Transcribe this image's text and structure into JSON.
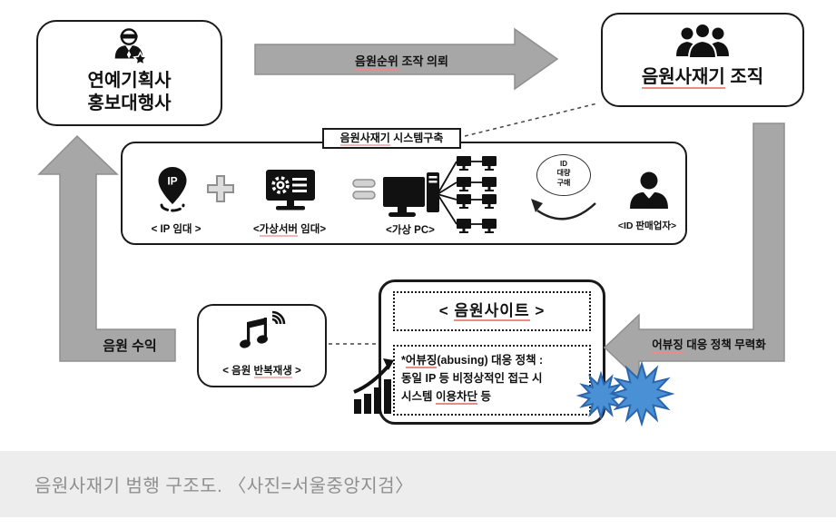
{
  "caption": "음원사재기 범행 구조도. 〈사진=서울중앙지검〉",
  "boxes": {
    "promo": {
      "icon": "agent-star-icon",
      "line1": "연예기획사",
      "line2": "홍보대행사"
    },
    "org": {
      "icon": "people-group-icon",
      "title_u": "음원사재기",
      "title_rest": " 조직"
    },
    "system_label": {
      "u": "음원사재기",
      "rest": " 시스템구축"
    },
    "repeat": {
      "icon": "music-note-wifi-icon",
      "label_pre": "< 음원 ",
      "label_u": "반복재생",
      "label_post": " >"
    },
    "site": {
      "title_pre": "< ",
      "title_u": "음원사이트",
      "title_post": " >",
      "policy_line1_pre": "*",
      "policy_line1_u": "어뷰징",
      "policy_line1_rest": "(abusing) 대응 정책 :",
      "policy_line2": "동일 IP 등 비정상적인 접근 시",
      "policy_line3_pre": "시스템 ",
      "policy_line3_u": "이용차단",
      "policy_line3_rest": " 등"
    }
  },
  "system_items": {
    "ip": {
      "icon": "ip-pin-icon",
      "pin_text": "IP",
      "label": "< IP 임대 >"
    },
    "plus_icon": "plus-icon",
    "server": {
      "icon": "virtual-server-icon",
      "label_pre": "<",
      "label_u": "가상서버",
      "label_rest": " 임대>"
    },
    "equals_icon": "equals-icon",
    "pc": {
      "icon": "desktop-pc-icon",
      "label": "<가상 PC>"
    },
    "network_icon": "pc-farm-network-icon",
    "id_bulk": {
      "line1": "ID",
      "line2": "대량",
      "line3": "구매",
      "icon": "cycle-arrow-icon"
    },
    "seller": {
      "icon": "businessman-icon",
      "label": "<ID 판매업자>"
    }
  },
  "arrows": {
    "request": {
      "u": "음원순위",
      "rest": " 조작 의뢰"
    },
    "revenue": "음원 수익",
    "neutralize": {
      "u": "어뷰징",
      "rest": " 대응 정책 무력화"
    }
  },
  "extra_icons": {
    "chart": "rising-chart-icon",
    "burst": "impact-starburst-icon"
  },
  "colors": {
    "arrow_fill": "#a7a7a7",
    "arrow_edge": "#8f8f8f",
    "starburst_fill": "#4a90d5",
    "starburst_edge": "#2b66ad",
    "caption_bg": "#ededed",
    "caption_text": "#8f8f8f",
    "underline": "#ea8a8a",
    "ink": "#111111"
  }
}
